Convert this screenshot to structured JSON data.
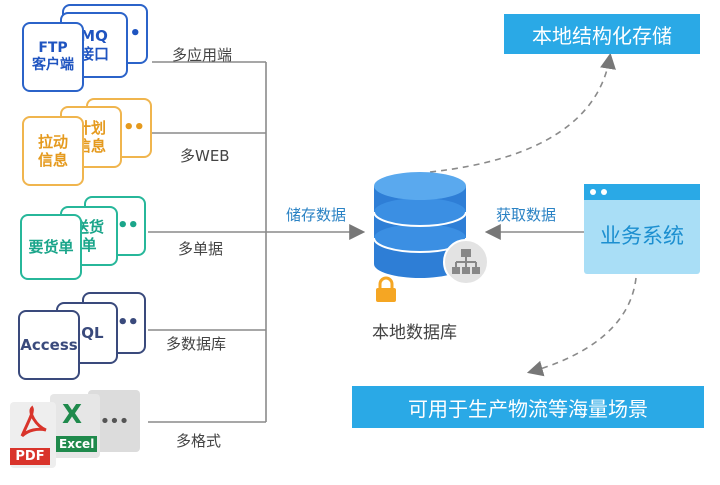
{
  "sources": {
    "s1": {
      "front": "FTP\n客户端",
      "back": "MQ\n接口",
      "dots": "•••",
      "label": "多应用端"
    },
    "s2": {
      "front": "拉动\n信息",
      "back": "计划\n信息",
      "dots": "•••",
      "label": "多WEB"
    },
    "s3": {
      "front": "要货单",
      "back": "送货\n单",
      "dots": "•••",
      "label": "多单据"
    },
    "s4": {
      "front": "Access",
      "back": "SQL",
      "dots": "•••",
      "label": "多数据库"
    },
    "s5": {
      "pdf": "PDF",
      "excel_x": "X",
      "excel": "Excel",
      "dots": "•••",
      "label": "多格式"
    }
  },
  "store_label": "储存数据",
  "database_label": "本地数据库",
  "fetch_label": "获取数据",
  "business_system": "业务系统",
  "banner_top": "本地结构化存储",
  "banner_bottom": "可用于生产物流等海量场景",
  "colors": {
    "accent": "#2aa9e6",
    "db": "#2e7ed6",
    "lock": "#f5a623"
  }
}
